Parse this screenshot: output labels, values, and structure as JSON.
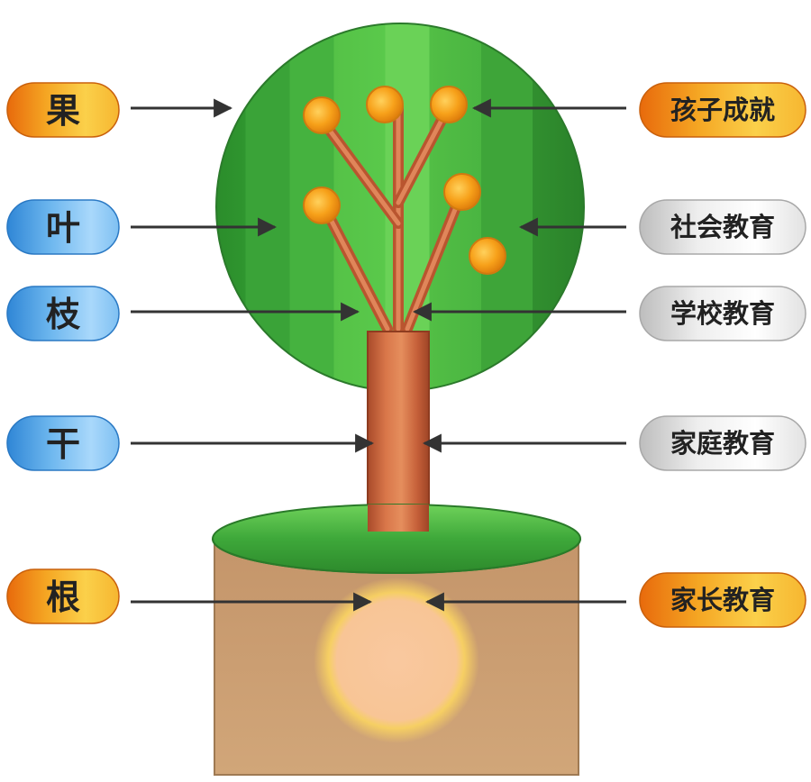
{
  "left_labels": {
    "fruit": "果",
    "leaf": "叶",
    "branch": "枝",
    "trunk": "干",
    "root": "根"
  },
  "right_labels": {
    "child_achievement": "孩子成就",
    "social_education": "社会教育",
    "school_education": "学校教育",
    "family_education": "家庭教育",
    "parent_education": "家长教育"
  },
  "colors": {
    "orange_badge": "#f39a1e",
    "blue_badge": "#5aa8e6",
    "silver_badge": "#e6e6e6",
    "canopy": "#3fa535",
    "trunk": "#c8663a",
    "fruit": "#f7a81e",
    "soil": "#c99e6f",
    "root_glow": "#f8c65a"
  }
}
